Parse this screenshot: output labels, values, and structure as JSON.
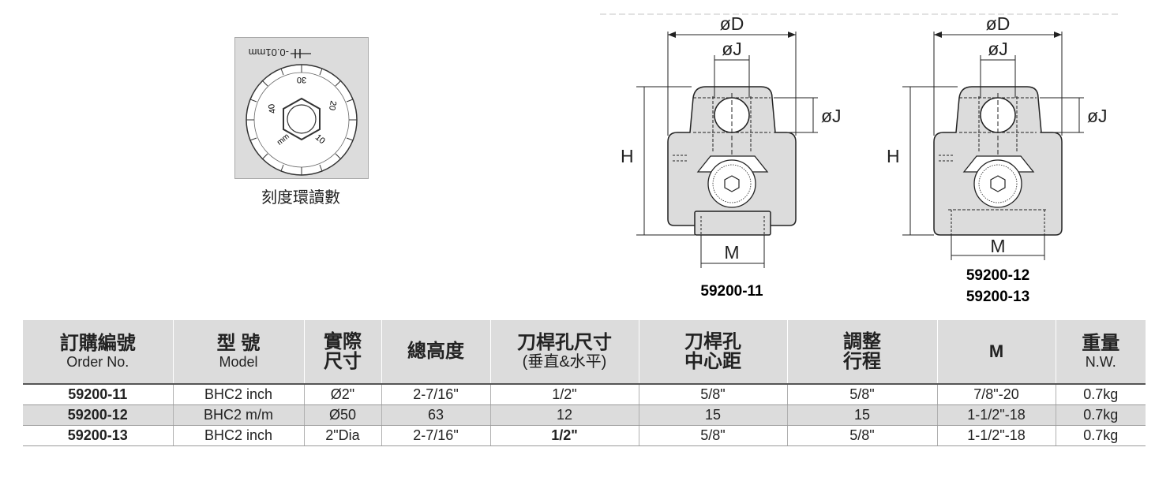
{
  "dial": {
    "scale_note": "-0.01mm",
    "numbers": [
      "30",
      "20",
      "10",
      "40",
      "mm"
    ],
    "caption": "刻度環讀數"
  },
  "drawings": {
    "left": {
      "label": "59200-11"
    },
    "right": {
      "labels": [
        "59200-12",
        "59200-13"
      ]
    },
    "dims": {
      "D": "øD",
      "J": "øJ",
      "H": "H",
      "M": "M"
    }
  },
  "table": {
    "headers": [
      {
        "zh": "訂購編號",
        "en": "Order No."
      },
      {
        "zh": "型 號",
        "en": "Model"
      },
      {
        "zh": "實際",
        "zh2": "尺寸"
      },
      {
        "zh": "總高度"
      },
      {
        "zh": "刀桿孔尺寸",
        "en": "(垂直&水平)"
      },
      {
        "zh": "刀桿孔",
        "zh2": "中心距"
      },
      {
        "zh": "調整",
        "zh2": "行程"
      },
      {
        "zh": "M"
      },
      {
        "zh": "重量",
        "en": "N.W."
      }
    ],
    "rows": [
      [
        "59200-11",
        "BHC2 inch",
        "Ø2\"",
        "2-7/16\"",
        "1/2\"",
        "5/8\"",
        "5/8\"",
        "7/8\"-20",
        "0.7kg"
      ],
      [
        "59200-12",
        "BHC2 m/m",
        "Ø50",
        "63",
        "12",
        "15",
        "15",
        "1-1/2\"-18",
        "0.7kg"
      ],
      [
        "59200-13",
        "BHC2 inch",
        "2\"Dia",
        "2-7/16\"",
        "1/2\"",
        "5/8\"",
        "5/8\"",
        "1-1/2\"-18",
        "0.7kg"
      ]
    ]
  }
}
